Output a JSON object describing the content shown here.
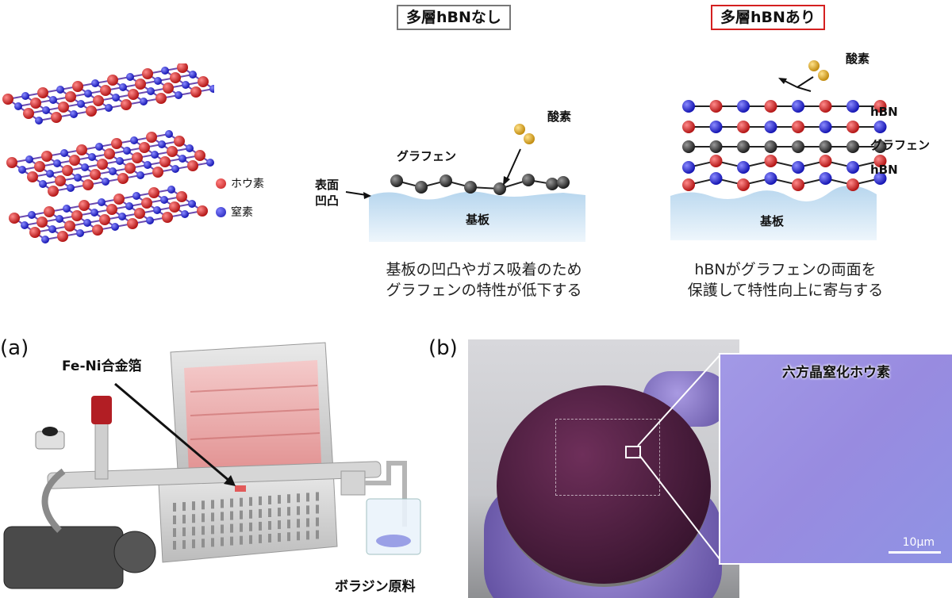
{
  "top_left": {
    "legend": [
      {
        "label": "ホウ素",
        "color": "#d42a2a"
      },
      {
        "label": "窒素",
        "color": "#2a2ad4"
      }
    ]
  },
  "without_hbn": {
    "title": "多層hBNなし",
    "title_border_color": "#777777",
    "oxygen_label": "酸素",
    "graphene_label": "グラフェン",
    "surface_label_line1": "表面",
    "surface_label_line2": "凹凸",
    "substrate_label": "基板",
    "caption_line1": "基板の凹凸やガス吸着のため",
    "caption_line2": "グラフェンの特性が低下する"
  },
  "with_hbn": {
    "title": "多層hBNあり",
    "title_border_color": "#d42020",
    "oxygen_label": "酸素",
    "layer_label_top": "hBN",
    "layer_label_middle": "グラフェン",
    "layer_label_bottom": "hBN",
    "substrate_label": "基板",
    "caption_line1": "hBNがグラフェンの両面を",
    "caption_line2": "保護して特性向上に寄与する"
  },
  "panel_a": {
    "tag": "(a)",
    "foil_label": "Fe-Ni合金箔",
    "source_label": "ボラジン原料"
  },
  "panel_b": {
    "tag": "(b)",
    "inset_title": "六方晶窒化ホウ素",
    "scale_label": "10μm"
  },
  "colors": {
    "boron": "#d42a2a",
    "nitrogen": "#2a2ad4",
    "carbon": "#3a3a3a",
    "oxygen": "#d9a520",
    "substrate": "#cfe3f2",
    "inset_bg": "#9b8fe6",
    "wafer": "#4a1f3c",
    "glove": "#8c7ad0"
  }
}
